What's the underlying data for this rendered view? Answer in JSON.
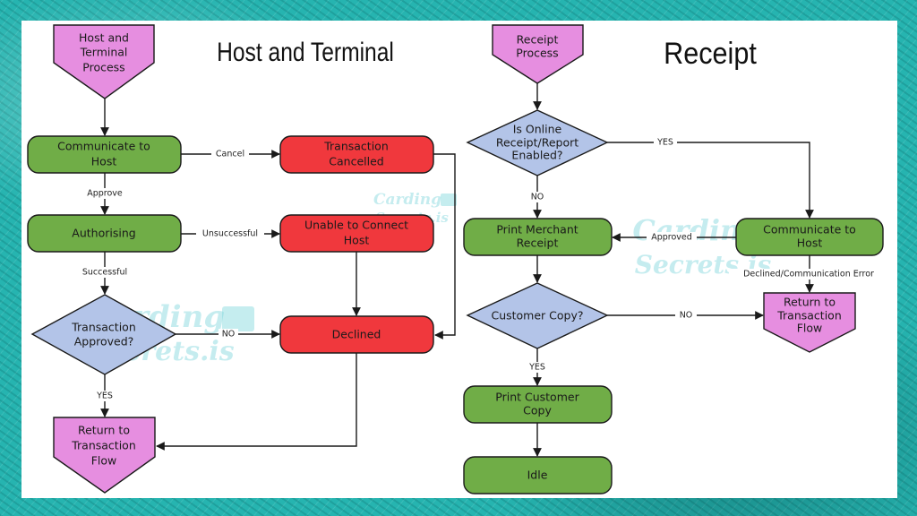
{
  "colors": {
    "terminator": "#e68ee0",
    "decision": "#b3c4e8",
    "process_green": "#70ad47",
    "process_red": "#f0383d",
    "stroke": "#1a1a1a",
    "frame": "#26b4b0",
    "watermark": "#7fd6dc"
  },
  "titles": {
    "host_terminal": "Host and Terminal",
    "receipt": "Receipt"
  },
  "watermark": {
    "line1": "Carding",
    "line2": "Secrets.is",
    "icon": "card-house-icon"
  },
  "host_flow": {
    "start": [
      "Host and",
      "Terminal",
      "Process"
    ],
    "communicate": [
      "Communicate to",
      "Host"
    ],
    "cancelled": [
      "Transaction",
      "Cancelled"
    ],
    "authorising": [
      "Authorising"
    ],
    "unable": [
      "Unable to Connect",
      "Host"
    ],
    "approved_q": [
      "Transaction",
      "Approved?"
    ],
    "declined": [
      "Declined"
    ],
    "return": [
      "Return to",
      "Transaction",
      "Flow"
    ],
    "labels": {
      "cancel": "Cancel",
      "approve": "Approve",
      "unsuccessful": "Unsuccessful",
      "successful": "Successful",
      "no": "NO",
      "yes": "YES"
    }
  },
  "receipt_flow": {
    "start": [
      "Receipt",
      "Process"
    ],
    "online_q": [
      "Is Online",
      "Receipt/Report",
      "Enabled?"
    ],
    "print_merchant": [
      "Print Merchant",
      "Receipt"
    ],
    "communicate": [
      "Communicate to",
      "Host"
    ],
    "customer_q": [
      "Customer Copy?"
    ],
    "return": [
      "Return to",
      "Transaction",
      "Flow"
    ],
    "print_customer": [
      "Print Customer",
      "Copy"
    ],
    "idle": [
      "Idle"
    ],
    "labels": {
      "yes_online": "YES",
      "no_online": "NO",
      "approved": "Approved",
      "declined_error": "Declined/Communication Error",
      "no_customer": "NO",
      "yes_customer": "YES"
    }
  }
}
